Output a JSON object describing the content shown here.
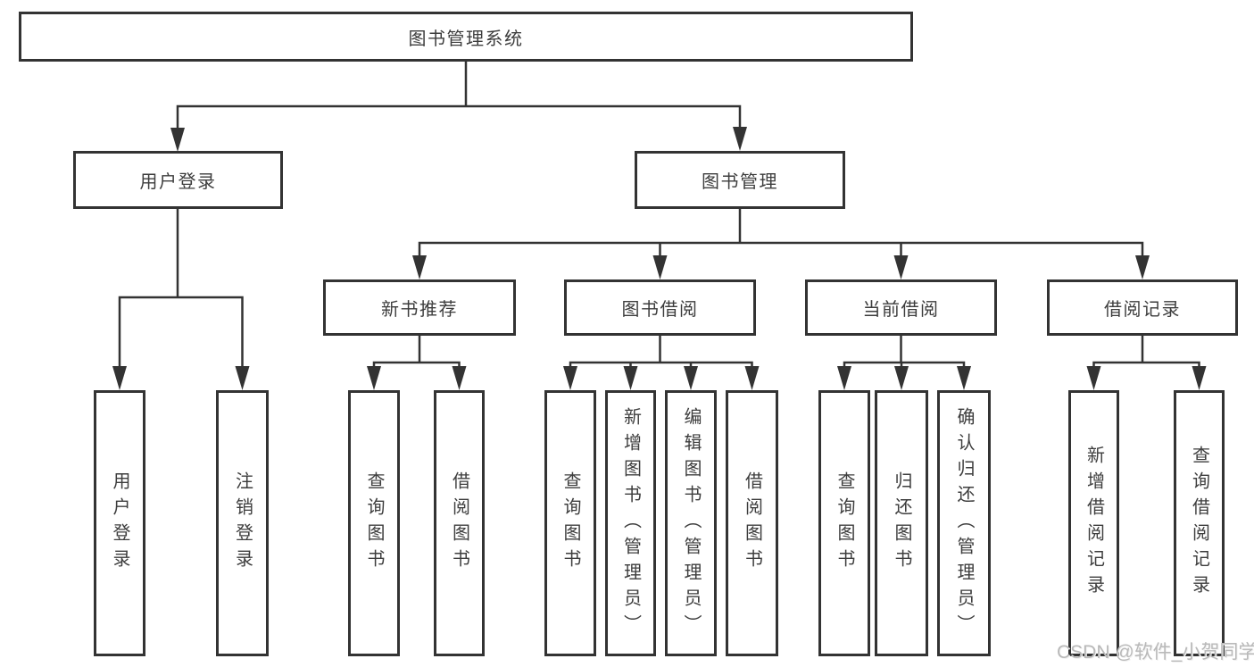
{
  "diagram": {
    "watermark": "CSDN @软件_小贺同学",
    "colors": {
      "line": "#333333",
      "text": "#3d3d3d",
      "watermark": "#b9b9b9",
      "background": "#ffffff"
    },
    "tree": {
      "label": "图书管理系统",
      "children": [
        {
          "label": "用户登录",
          "children": [
            {
              "label": "用户登录"
            },
            {
              "label": "注销登录"
            }
          ]
        },
        {
          "label": "图书管理",
          "children": [
            {
              "label": "新书推荐",
              "children": [
                {
                  "label": "查询图书"
                },
                {
                  "label": "借阅图书"
                }
              ]
            },
            {
              "label": "图书借阅",
              "children": [
                {
                  "label": "查询图书"
                },
                {
                  "label": "新增图书（管理员）"
                },
                {
                  "label": "编辑图书（管理员）"
                },
                {
                  "label": "借阅图书"
                }
              ]
            },
            {
              "label": "当前借阅",
              "children": [
                {
                  "label": "查询图书"
                },
                {
                  "label": "归还图书"
                },
                {
                  "label": "确认归还（管理员）"
                }
              ]
            },
            {
              "label": "借阅记录",
              "children": [
                {
                  "label": "新增借阅记录"
                },
                {
                  "label": "查询借阅记录"
                }
              ]
            }
          ]
        }
      ]
    }
  }
}
